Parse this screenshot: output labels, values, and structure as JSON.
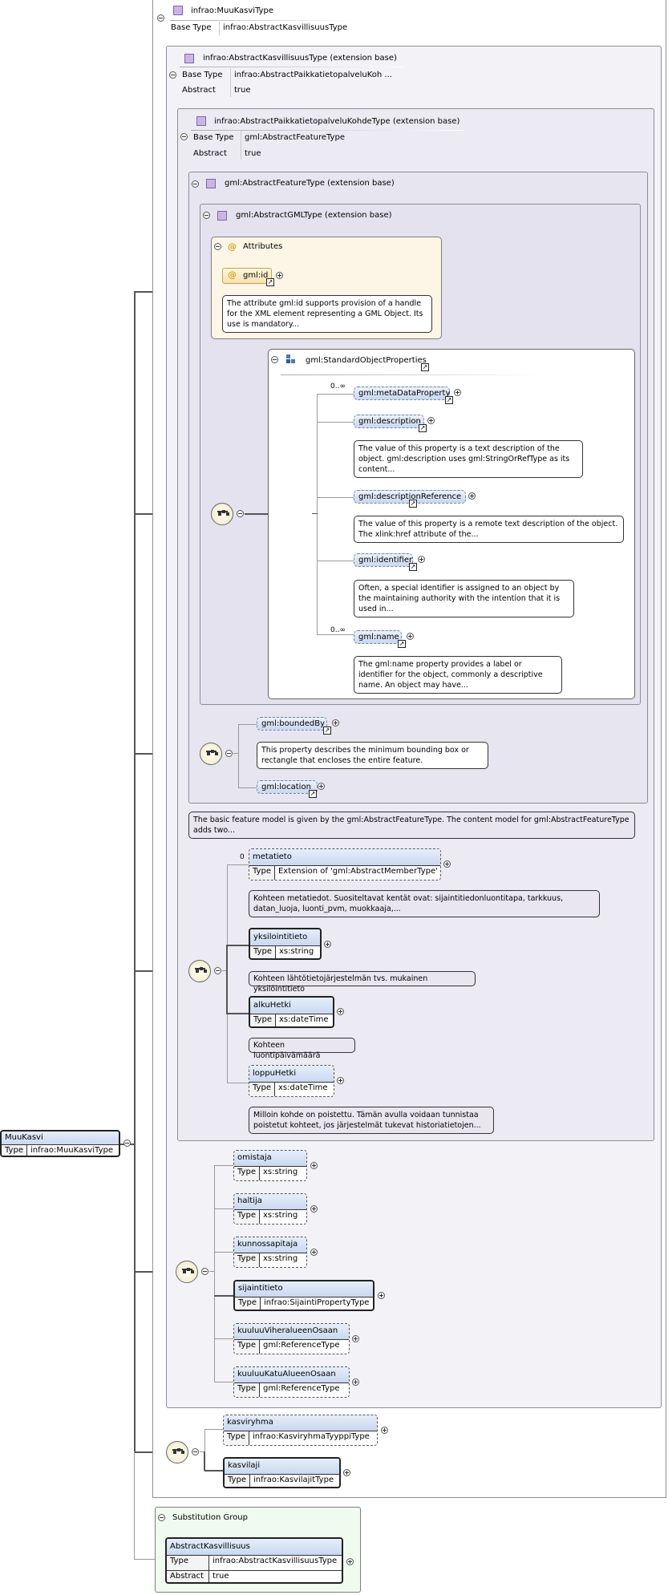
{
  "root": {
    "name": "MuuKasvi",
    "type_key": "Type",
    "type_val": "infrao:MuuKasviType"
  },
  "complex_type": {
    "title": "infrao:MuuKasviType",
    "base_key": "Base Type",
    "base_val": "infrao:AbstractKasvillisuusType"
  },
  "ext1": {
    "title": "infrao:AbstractKasvillisuusType (extension base)",
    "base_key": "Base Type",
    "base_val": "infrao:AbstractPaikkatietopalveluKoh ...",
    "abs_key": "Abstract",
    "abs_val": "true"
  },
  "ext2": {
    "title": "infrao:AbstractPaikkatietopalveluKohdeType (extension base)",
    "base_key": "Base Type",
    "base_val": "gml:AbstractFeatureType",
    "abs_key": "Abstract",
    "abs_val": "true"
  },
  "ext3": {
    "title": "gml:AbstractFeatureType (extension base)"
  },
  "ext4": {
    "title": "gml:AbstractGMLType (extension base)"
  },
  "attributes": {
    "title": "Attributes",
    "gml_id": "gml:id",
    "gml_id_doc": "The attribute gml:id supports provision of a handle for the XML element representing a GML Object. Its use is mandatory..."
  },
  "std_props": {
    "title": "gml:StandardObjectProperties",
    "items": [
      {
        "name": "gml:metaDataProperty",
        "card": "0..∞",
        "doc": ""
      },
      {
        "name": "gml:description",
        "card": "",
        "doc": "The value of this property is a text description of the object. gml:description uses gml:StringOrRefType as its content..."
      },
      {
        "name": "gml:descriptionReference",
        "card": "",
        "doc": "The value of this property is a remote text description of the object. The xlink:href attribute of the..."
      },
      {
        "name": "gml:identifier",
        "card": "",
        "doc": "Often, a special identifier is assigned to an object by the maintaining authority with the intention that it is used in..."
      },
      {
        "name": "gml:name",
        "card": "0..∞",
        "doc": "The gml:name property provides a label or identifier for the object, commonly a descriptive name. An object may have..."
      }
    ]
  },
  "feature_props": {
    "bounded": "gml:boundedBy",
    "bounded_doc": "This property describes the minimum bounding box or rectangle that encloses the entire feature.",
    "location": "gml:location"
  },
  "feature_doc": "The basic feature model is given by the gml:AbstractFeatureType. The content model for gml:AbstractFeatureType adds two...",
  "pk_seq": {
    "metatieto": {
      "card": "0",
      "name": "metatieto",
      "type_key": "Type",
      "type_val": "Extension of 'gml:AbstractMemberType'",
      "doc": "Kohteen metatiedot. Suositeltavat kentät ovat: sijaintitiedonluontitapa, tarkkuus, datan_luoja, luonti_pvm, muokkaaja,..."
    },
    "yksilointitieto": {
      "name": "yksilointitieto",
      "type_key": "Type",
      "type_val": "xs:string",
      "doc": "Kohteen lähtötietojärjestelmän tvs. mukainen yksilöintitieto"
    },
    "alkuHetki": {
      "name": "alkuHetki",
      "type_key": "Type",
      "type_val": "xs:dateTime",
      "doc": "Kohteen luontipäivämäärä"
    },
    "loppuHetki": {
      "name": "loppuHetki",
      "type_key": "Type",
      "type_val": "xs:dateTime",
      "doc": "Milloin kohde on poistettu. Tämän avulla voidaan tunnistaa poistetut kohteet, jos järjestelmät tukevat historiatietojen..."
    }
  },
  "kasv_seq": [
    {
      "name": "omistaja",
      "type_key": "Type",
      "type_val": "xs:string"
    },
    {
      "name": "haltija",
      "type_key": "Type",
      "type_val": "xs:string"
    },
    {
      "name": "kunnossapitaja",
      "type_key": "Type",
      "type_val": "xs:string"
    },
    {
      "name": "sijaintitieto",
      "type_key": "Type",
      "type_val": "infrao:SijaintiPropertyType"
    },
    {
      "name": "kuuluuViheralueenOsaan",
      "type_key": "Type",
      "type_val": "gml:ReferenceType"
    },
    {
      "name": "kuuluuKatuAlueenOsaan",
      "type_key": "Type",
      "type_val": "gml:ReferenceType"
    }
  ],
  "muu_seq": [
    {
      "name": "kasviryhma",
      "type_key": "Type",
      "type_val": "infrao:KasviryhmaTyyppiType"
    },
    {
      "name": "kasvilaji",
      "type_key": "Type",
      "type_val": "infrao:KasvilajitType"
    }
  ],
  "subst": {
    "title": "Substitution Group",
    "name": "AbstractKasvillisuus",
    "type_key": "Type",
    "type_val": "infrao:AbstractKasvillisuusType",
    "abs_key": "Abstract",
    "abs_val": "true"
  }
}
